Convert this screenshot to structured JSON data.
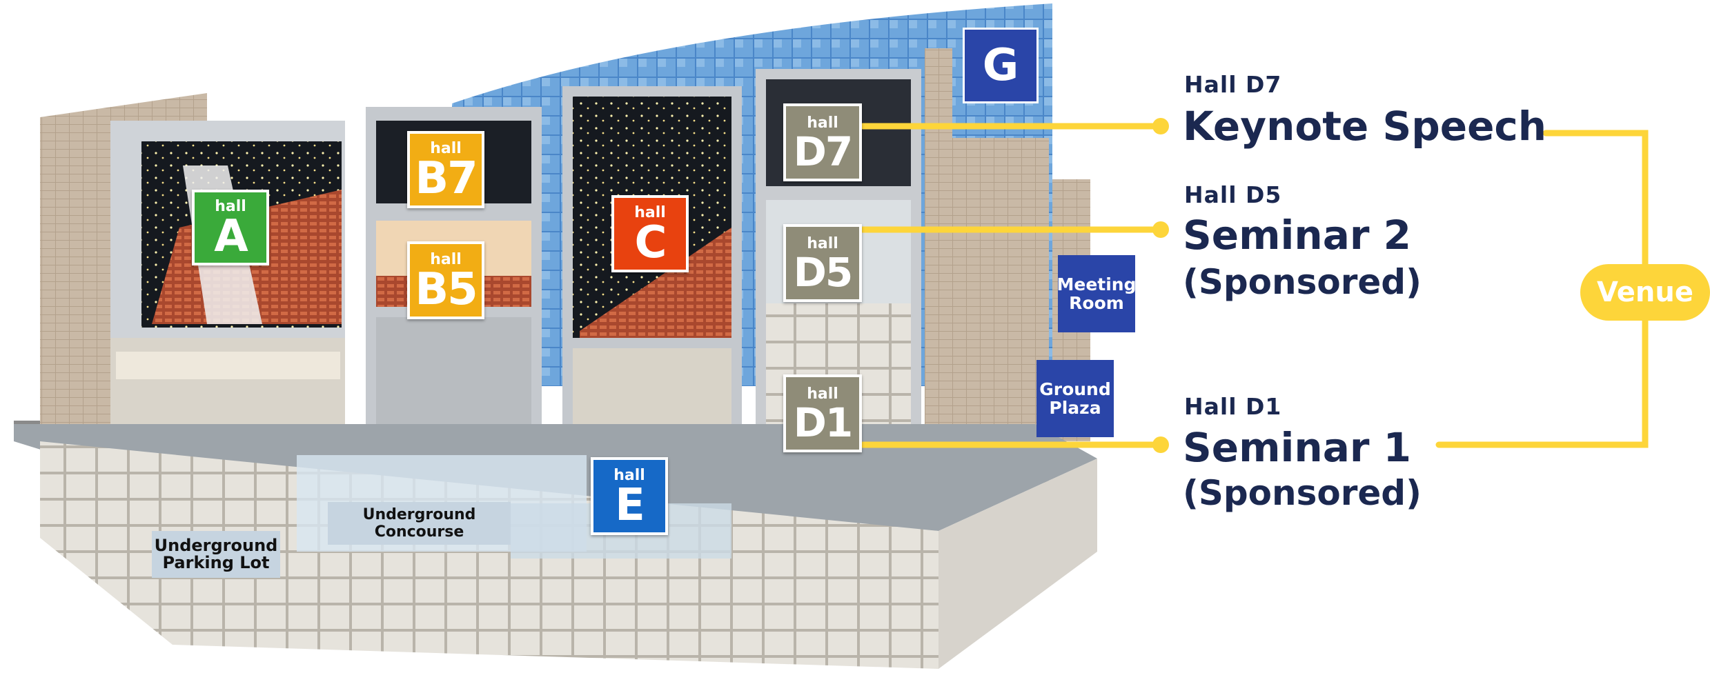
{
  "colors": {
    "hall_a": "#3aaa3a",
    "hall_b": "#f2ad14",
    "hall_c": "#e8420f",
    "hall_d": "#8f8c78",
    "hall_e": "#1669c7",
    "hall_g": "#2a45a8",
    "navy": "#1b2850",
    "accent_yellow": "#fdd53a",
    "label_bg": "#c6d4e0"
  },
  "halls": [
    {
      "hall": "hall",
      "code": "A"
    },
    {
      "hall": "hall",
      "code": "B7"
    },
    {
      "hall": "hall",
      "code": "B5"
    },
    {
      "hall": "hall",
      "code": "C"
    },
    {
      "hall": "hall",
      "code": "D7"
    },
    {
      "hall": "hall",
      "code": "D5"
    },
    {
      "hall": "hall",
      "code": "D1"
    },
    {
      "hall": "hall",
      "code": "E"
    }
  ],
  "hall_g": "G",
  "areas": {
    "meeting_room": [
      "Meeting",
      "Room"
    ],
    "ground_plaza": [
      "Ground",
      "Plaza"
    ],
    "underground_concourse": "Underground Concourse",
    "underground_parking": [
      "Underground",
      "Parking Lot"
    ]
  },
  "sessions": [
    {
      "hall": "Hall D7",
      "title": "Keynote Speech",
      "note": ""
    },
    {
      "hall": "Hall D5",
      "title": "Seminar 2",
      "note": "(Sponsored)"
    },
    {
      "hall": "Hall D1",
      "title": "Seminar 1",
      "note": "(Sponsored)"
    }
  ],
  "venue_label": "Venue"
}
